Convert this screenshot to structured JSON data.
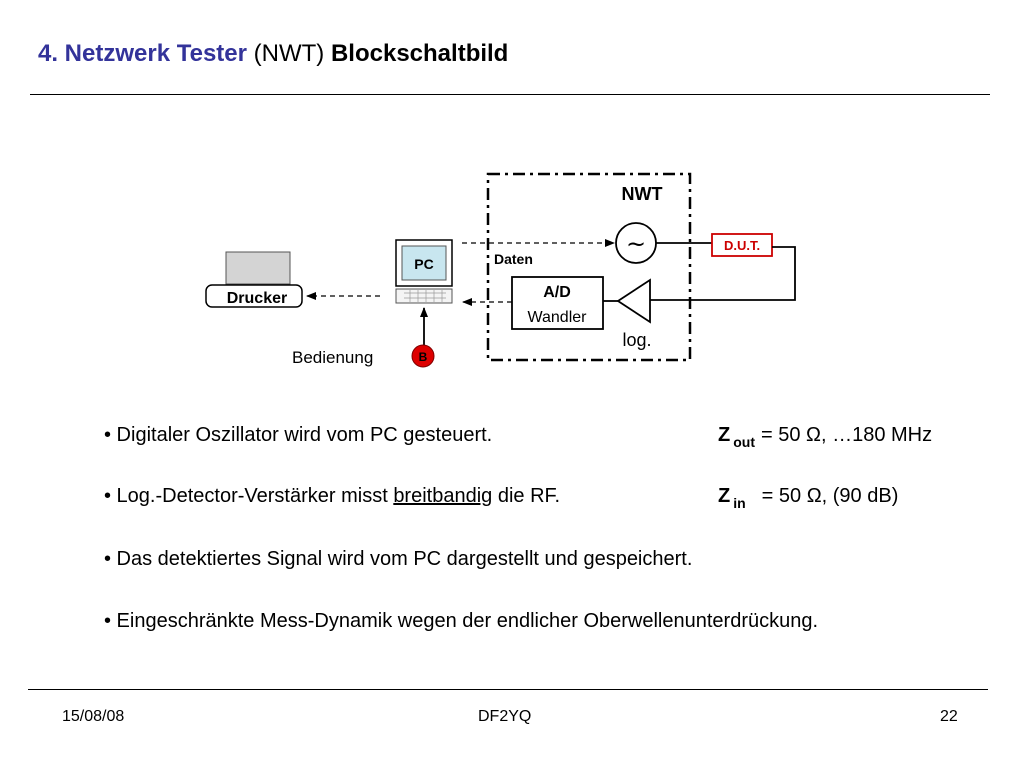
{
  "header": {
    "title_number_part": "4. Netzwerk Tester",
    "title_paren": "(NWT)",
    "title_bold": "Blockschaltbild"
  },
  "diagram": {
    "nwt_label": "NWT",
    "daten_label": "Daten",
    "pc_label": "PC",
    "drucker_label": "Drucker",
    "dut_label": "D.U.T.",
    "ad_label": "A/D",
    "wandler_label": "Wandler",
    "log_label": "log.",
    "bedienung_label": "Bedienung",
    "b_label": "B",
    "oscillator_symbol": "~",
    "icons": [
      "printer-icon",
      "computer-icon",
      "oscillator-icon",
      "amplifier-icon"
    ],
    "colors": {
      "dut_red": "#cc0000",
      "b_red": "#dd0000",
      "pc_screen": "#c8e6ef"
    }
  },
  "bullets": [
    {
      "text": "• Digitaler Oszillator wird vom PC gesteuert."
    },
    {
      "pre": "• Log.-Detector-Verstärker misst ",
      "underlined": "breitbandig",
      "post": " die RF."
    },
    {
      "text": "• Das detektiertes Signal wird vom PC dargestellt und gespeichert."
    },
    {
      "text": "• Eingeschränkte Mess-Dynamik wegen der endlicher Oberwellenunterdrückung."
    }
  ],
  "impedances": [
    {
      "z": "Z",
      "sub": "out",
      "value": "= 50 Ω, …180 MHz"
    },
    {
      "z": "Z",
      "sub": "in",
      "value": "= 50 Ω, (90 dB)"
    }
  ],
  "footer": {
    "date": "15/08/08",
    "author": "DF2YQ",
    "page": "22"
  }
}
